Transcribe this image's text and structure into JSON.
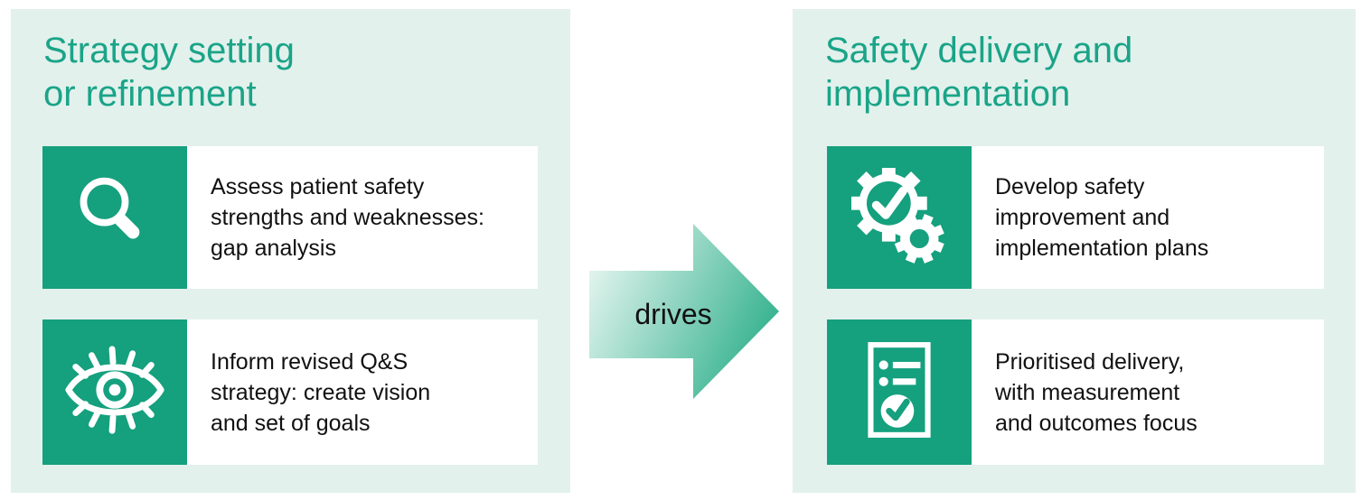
{
  "colors": {
    "accent": "#15a07e",
    "panel_bg": "#e2f1ec",
    "title": "#1aa488",
    "text": "#111111",
    "card_bg": "#ffffff",
    "background": "#ffffff",
    "arrow_start": "#f4fbf8",
    "arrow_end": "#3db593"
  },
  "left_panel": {
    "title": "Strategy setting\nor refinement",
    "cards": [
      {
        "icon": "magnifier-icon",
        "text": "Assess patient safety\nstrengths and weaknesses:\ngap analysis"
      },
      {
        "icon": "eye-icon",
        "text": "Inform revised Q&S\nstrategy: create vision\nand set of goals"
      }
    ]
  },
  "arrow": {
    "label": "drives"
  },
  "right_panel": {
    "title": "Safety delivery and\nimplementation",
    "cards": [
      {
        "icon": "gears-check-icon",
        "text": "Develop safety\nimprovement and\nimplementation plans"
      },
      {
        "icon": "checklist-document-icon",
        "text": "Prioritised delivery,\nwith measurement\nand outcomes focus"
      }
    ]
  }
}
